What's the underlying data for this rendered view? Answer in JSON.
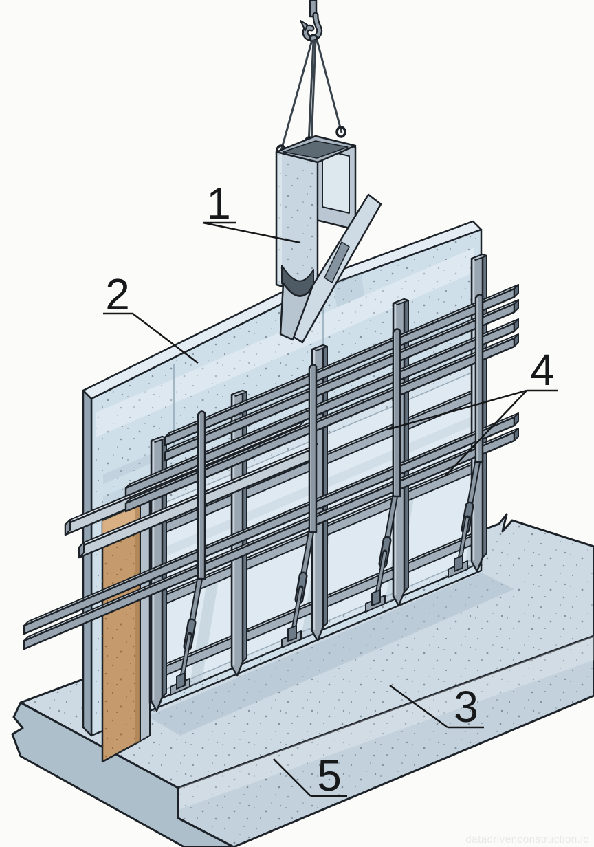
{
  "illustration": {
    "type": "isometric technical illustration",
    "subject": "crane bucket pouring concrete into wall formwork on foundation slab",
    "callouts": [
      {
        "id": "callout-1",
        "text": "1"
      },
      {
        "id": "callout-2",
        "text": "2"
      },
      {
        "id": "callout-3",
        "text": "3"
      },
      {
        "id": "callout-4",
        "text": "4"
      },
      {
        "id": "callout-5",
        "text": "5"
      }
    ],
    "watermark": "datadrivenconstruction.io",
    "palette": {
      "paper": "#fbfbf9",
      "ink": "#1c2228",
      "concrete_slab": "#cdd9e3",
      "panel_blue": "#cfdfea",
      "panel_field": "#d7e3ec",
      "steel_mid": "#98a5b1",
      "steel_dark": "#5f6c79",
      "steel_light": "#cbd5dc",
      "poured_fill_brown": "#c59a6c",
      "shadow_blue": "#a9bdcb",
      "watermark_gray": "#e9e9e5"
    }
  }
}
